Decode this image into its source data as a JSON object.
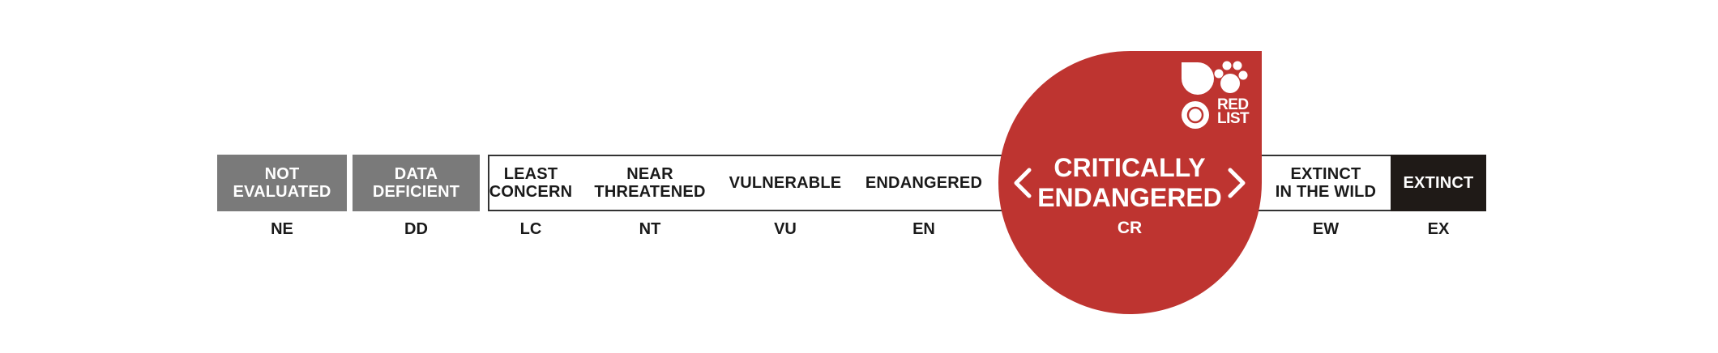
{
  "categories": [
    {
      "id": "ne",
      "label": "NOT\nEVALUATED",
      "code": "NE"
    },
    {
      "id": "dd",
      "label": "DATA\nDEFICIENT",
      "code": "DD"
    },
    {
      "id": "lc",
      "label": "LEAST\nCONCERN",
      "code": "LC"
    },
    {
      "id": "nt",
      "label": "NEAR\nTHREATENED",
      "code": "NT"
    },
    {
      "id": "vu",
      "label": "VULNERABLE",
      "code": "VU"
    },
    {
      "id": "en",
      "label": "ENDANGERED",
      "code": "EN"
    },
    {
      "id": "cr",
      "label": "CRITICALLY\nENDANGERED",
      "code": "CR"
    },
    {
      "id": "ew",
      "label": "EXTINCT\nIN THE WILD",
      "code": "EW"
    },
    {
      "id": "ex",
      "label": "EXTINCT",
      "code": "EX"
    }
  ],
  "highlighted_code": "CR",
  "logo": {
    "text": "RED\nLIST",
    "icon": "iucn-red-list-logo"
  },
  "colors": {
    "grey": "#7a7a7a",
    "red": "#be3430",
    "black": "#1f1a17",
    "text": "#1a1a1a",
    "white": "#ffffff"
  }
}
